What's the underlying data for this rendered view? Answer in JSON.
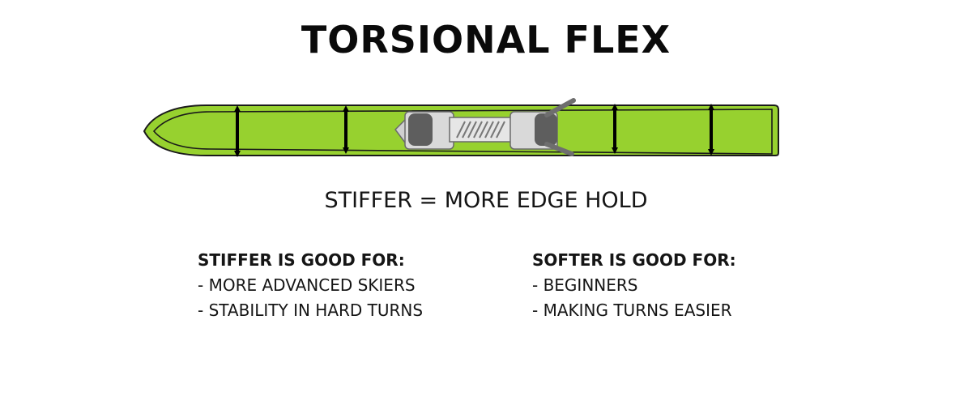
{
  "title": "TORSIONAL FLEX",
  "subtitle": "STIFFER = MORE EDGE HOLD",
  "colors": {
    "ski_fill": "#97d12f",
    "ski_outline": "#1a1a1a",
    "binding_light": "#d9d9d9",
    "binding_dark": "#5e5e5e",
    "arrow": "#000000",
    "text": "#151515"
  },
  "stiffer": {
    "heading": "STIFFER IS GOOD FOR:",
    "items": [
      "- MORE ADVANCED SKIERS",
      "- STABILITY IN HARD TURNS"
    ]
  },
  "softer": {
    "heading": "SOFTER IS GOOD FOR:",
    "items": [
      "- BEGINNERS",
      "- MAKING TURNS EASIER"
    ]
  }
}
